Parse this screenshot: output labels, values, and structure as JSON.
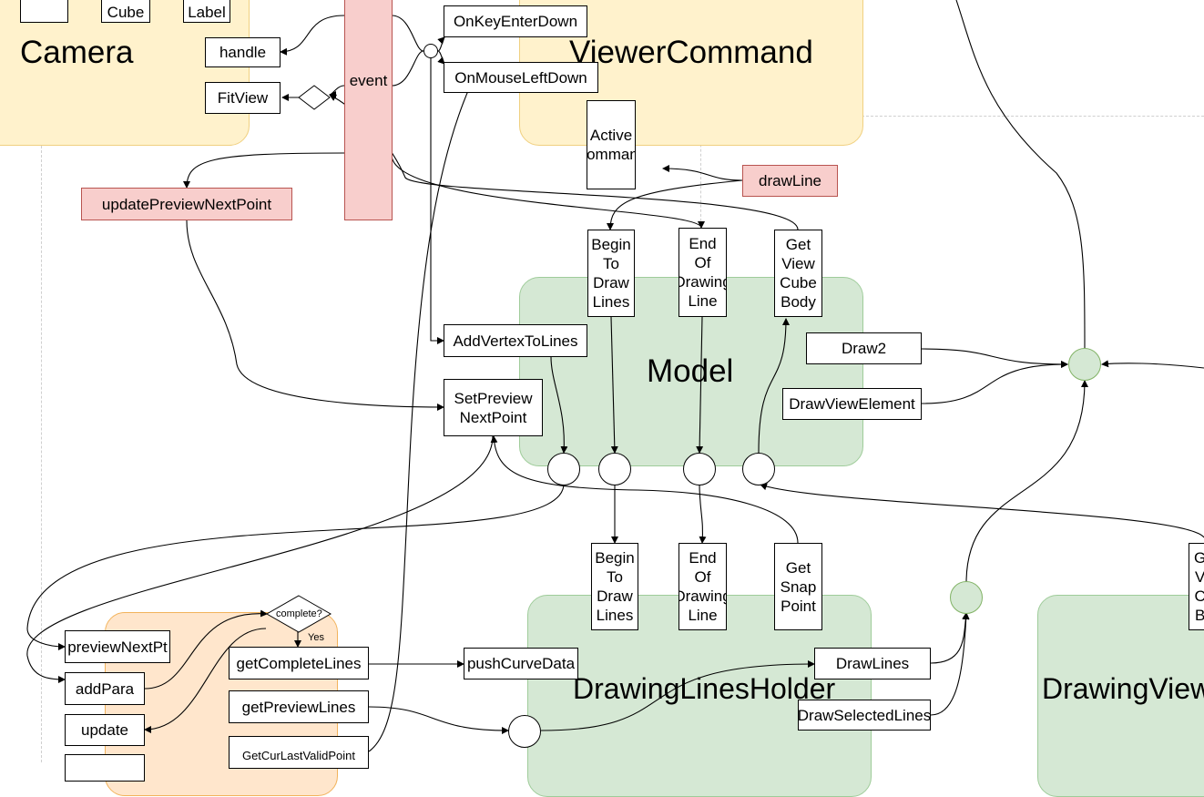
{
  "regions": {
    "camera": "Camera",
    "viewer_command": "ViewerCommand",
    "model": "Model",
    "drawing_lines_holder": "DrawingLinesHolder",
    "drawing_view": "DrawingView"
  },
  "nodes": {
    "cube": "Cube",
    "mouse_label": "Mouse\nLabel",
    "handle": "handle",
    "fit_view": "FitView",
    "event": "event",
    "on_key_enter_down": "OnKeyEnterDown",
    "on_mouse_left_down": "OnMouseLeftDown",
    "active_command": "Active\nCommand",
    "draw_line": "drawLine",
    "update_preview_next_point": "updatePreviewNextPoint",
    "model_begin_to_draw_lines": "Begin\nTo\nDraw\nLines",
    "model_end_of_drawing_line": "End\nOf\nDrawing\nLine",
    "get_view_cube_body": "Get\nView\nCube\nBody",
    "add_vertex_to_lines": "AddVertexToLines",
    "set_preview_next_point": "SetPreview\nNextPoint",
    "draw2": "Draw2",
    "draw_view_element": "DrawViewElement",
    "holder_begin_to_draw_lines": "Begin\nTo\nDraw\nLines",
    "holder_end_of_drawing_line": "End\nOf\nDrawing\nLine",
    "get_snap_point": "Get\nSnap\nPoint",
    "partial_right_node": "G\nV\nC\nB",
    "complete_decision": "complete?",
    "yes_label": "Yes",
    "preview_next_pt": "previewNextPt",
    "add_para": "addPara",
    "update": "update",
    "get_complete_lines": "getCompleteLines",
    "get_preview_lines": "getPreviewLines",
    "get_cur_last_valid_point": "GetCurLastValidPoint",
    "push_curve_data": "pushCurveData",
    "draw_lines": "DrawLines",
    "draw_selected_lines": "DrawSelectedLines"
  },
  "colors": {
    "yellow_region": "#fff2cc",
    "green_region": "#d5e8d4",
    "orange_region": "#ffe6cc",
    "pink_node": "#f8cecc",
    "pink_border": "#b85450"
  }
}
